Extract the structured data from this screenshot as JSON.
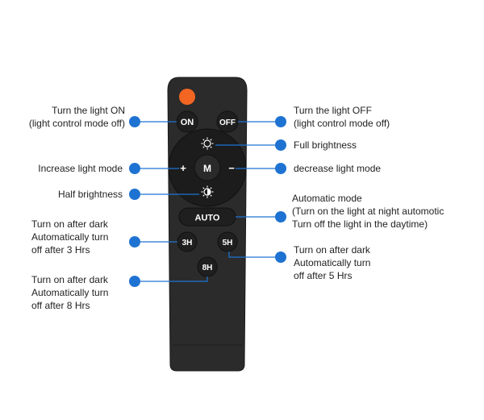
{
  "remote": {
    "buttons": {
      "on": "ON",
      "off": "OFF",
      "mode": "M",
      "plus": "+",
      "minus": "−",
      "auto": "AUTO",
      "h3": "3H",
      "h5": "5H",
      "h8": "8H"
    }
  },
  "labels": {
    "on": "Turn the light ON\n(light control mode off)",
    "off": "Turn the light OFF\n(light control mode off)",
    "full_brightness": "Full brightness",
    "increase": "Increase  light mode",
    "decrease": "decrease  light mode",
    "half_brightness": "Half brightness",
    "auto": "Automatic mode\n(Turn on the light at night automotic\nTurn off the light in the daytime)",
    "h3": "Turn on after dark\nAutomatically turn\noff after 3 Hrs",
    "h5": "Turn on after dark\nAutomatically turn\noff after 5 Hrs",
    "h8": "Turn on after dark\nAutomatically turn\noff after 8 Hrs"
  },
  "colors": {
    "accent_blue": "#1e73d2",
    "power_orange": "#f26522",
    "remote_body": "#2b2b2b"
  }
}
